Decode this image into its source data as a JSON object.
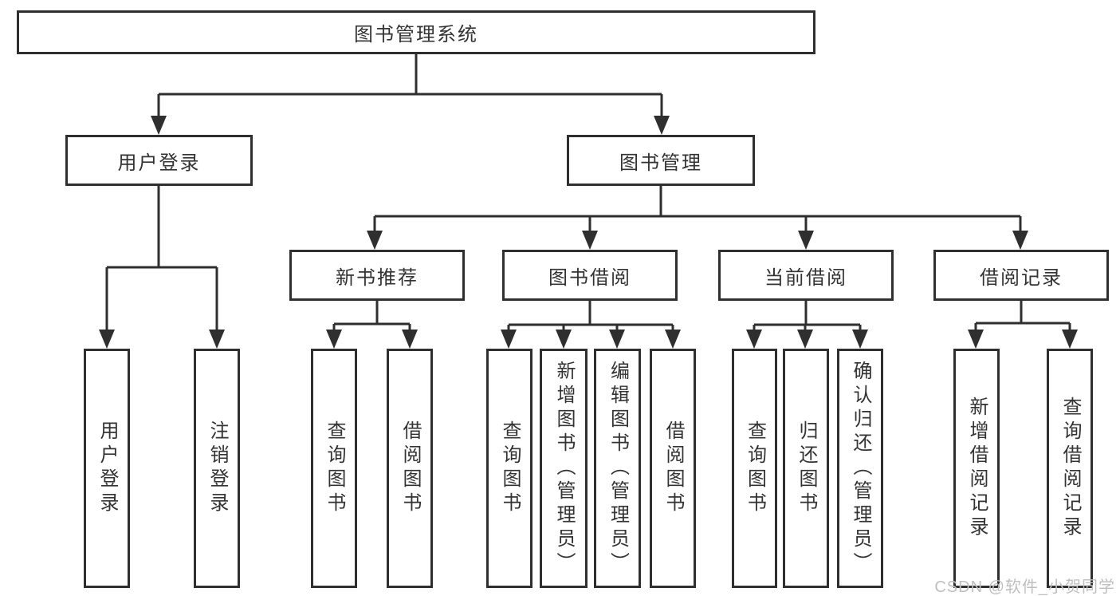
{
  "colors": {
    "line": "#2f2f2f",
    "text": "#333333",
    "background": "#ffffff",
    "watermark": "#bfbfbf"
  },
  "watermark": "CSDN @软件_小贺同学",
  "tree": {
    "label": "图书管理系统",
    "children": [
      {
        "label": "用户登录",
        "children": [
          {
            "label": "用户登录"
          },
          {
            "label": "注销登录"
          }
        ]
      },
      {
        "label": "图书管理",
        "children": [
          {
            "label": "新书推荐",
            "children": [
              {
                "label": "查询图书"
              },
              {
                "label": "借阅图书"
              }
            ]
          },
          {
            "label": "图书借阅",
            "children": [
              {
                "label": "查询图书"
              },
              {
                "label": "新增图书（管理员）"
              },
              {
                "label": "编辑图书（管理员）"
              },
              {
                "label": "借阅图书"
              }
            ]
          },
          {
            "label": "当前借阅",
            "children": [
              {
                "label": "查询图书"
              },
              {
                "label": "归还图书"
              },
              {
                "label": "确认归还（管理员）"
              }
            ]
          },
          {
            "label": "借阅记录",
            "children": [
              {
                "label": "新增借阅记录"
              },
              {
                "label": "查询借阅记录"
              }
            ]
          }
        ]
      }
    ]
  }
}
